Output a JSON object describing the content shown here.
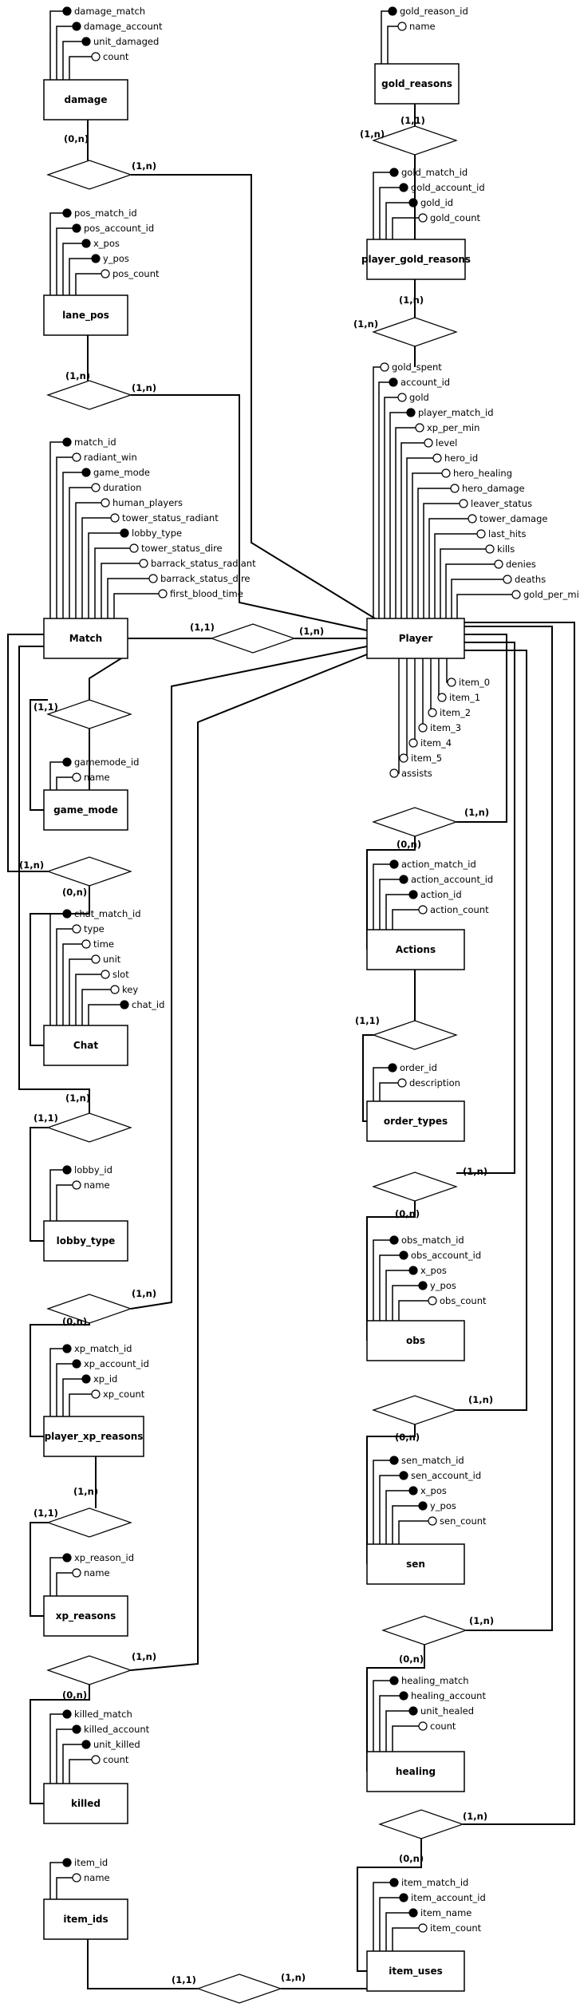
{
  "diagram": {
    "entities": [
      {
        "id": "damage",
        "label": "damage",
        "attrs": [
          {
            "n": "damage_match",
            "pk": true
          },
          {
            "n": "damage_account",
            "pk": true
          },
          {
            "n": "unit_damaged",
            "pk": true
          },
          {
            "n": "count",
            "pk": false
          }
        ]
      },
      {
        "id": "gold_reasons",
        "label": "gold_reasons",
        "attrs": [
          {
            "n": "gold_reason_id",
            "pk": true
          },
          {
            "n": "name",
            "pk": false
          }
        ]
      },
      {
        "id": "player_gold_reasons",
        "label": "player_gold_reasons",
        "attrs": [
          {
            "n": "gold_match_id",
            "pk": true
          },
          {
            "n": "gold_account_id",
            "pk": true
          },
          {
            "n": "gold_id",
            "pk": true
          },
          {
            "n": "gold_count",
            "pk": false
          }
        ]
      },
      {
        "id": "lane_pos",
        "label": "lane_pos",
        "attrs": [
          {
            "n": "pos_match_id",
            "pk": true
          },
          {
            "n": "pos_account_id",
            "pk": true
          },
          {
            "n": "x_pos",
            "pk": true
          },
          {
            "n": "y_pos",
            "pk": true
          },
          {
            "n": "pos_count",
            "pk": false
          }
        ]
      },
      {
        "id": "match",
        "label": "Match",
        "attrs": [
          {
            "n": "match_id",
            "pk": true
          },
          {
            "n": "radiant_win",
            "pk": false
          },
          {
            "n": "game_mode",
            "pk": true
          },
          {
            "n": "duration",
            "pk": false
          },
          {
            "n": "human_players",
            "pk": false
          },
          {
            "n": "tower_status_radiant",
            "pk": false
          },
          {
            "n": "lobby_type",
            "pk": true
          },
          {
            "n": "tower_status_dire",
            "pk": false
          },
          {
            "n": "barrack_status_radiant",
            "pk": false
          },
          {
            "n": "barrack_status_dire",
            "pk": false
          },
          {
            "n": "first_blood_time",
            "pk": false
          }
        ]
      },
      {
        "id": "player",
        "label": "Player",
        "attrs": [
          {
            "n": "gold_spent",
            "pk": false
          },
          {
            "n": "account_id",
            "pk": true
          },
          {
            "n": "gold",
            "pk": false
          },
          {
            "n": "player_match_id",
            "pk": true
          },
          {
            "n": "xp_per_min",
            "pk": false
          },
          {
            "n": "level",
            "pk": false
          },
          {
            "n": "hero_id",
            "pk": false
          },
          {
            "n": "hero_healing",
            "pk": false
          },
          {
            "n": "hero_damage",
            "pk": false
          },
          {
            "n": "leaver_status",
            "pk": false
          },
          {
            "n": "tower_damage",
            "pk": false
          },
          {
            "n": "last_hits",
            "pk": false
          },
          {
            "n": "kills",
            "pk": false
          },
          {
            "n": "denies",
            "pk": false
          },
          {
            "n": "deaths",
            "pk": false
          },
          {
            "n": "gold_per_min",
            "pk": false
          }
        ],
        "attrs_below": [
          {
            "n": "item_0",
            "pk": false
          },
          {
            "n": "item_1",
            "pk": false
          },
          {
            "n": "item_2",
            "pk": false
          },
          {
            "n": "item_3",
            "pk": false
          },
          {
            "n": "item_4",
            "pk": false
          },
          {
            "n": "item_5",
            "pk": false
          },
          {
            "n": "assists",
            "pk": false
          }
        ]
      },
      {
        "id": "game_mode",
        "label": "game_mode",
        "attrs": [
          {
            "n": "gamemode_id",
            "pk": true
          },
          {
            "n": "name",
            "pk": false
          }
        ]
      },
      {
        "id": "actions",
        "label": "Actions",
        "attrs": [
          {
            "n": "action_match_id",
            "pk": true
          },
          {
            "n": "action_account_id",
            "pk": true
          },
          {
            "n": "action_id",
            "pk": true
          },
          {
            "n": "action_count",
            "pk": false
          }
        ]
      },
      {
        "id": "chat",
        "label": "Chat",
        "attrs": [
          {
            "n": "chat_match_id",
            "pk": true
          },
          {
            "n": "type",
            "pk": false
          },
          {
            "n": "time",
            "pk": false
          },
          {
            "n": "unit",
            "pk": false
          },
          {
            "n": "slot",
            "pk": false
          },
          {
            "n": "key",
            "pk": false
          },
          {
            "n": "chat_id",
            "pk": true
          }
        ]
      },
      {
        "id": "order_types",
        "label": "order_types",
        "attrs": [
          {
            "n": "order_id",
            "pk": true
          },
          {
            "n": "description",
            "pk": false
          }
        ]
      },
      {
        "id": "lobby_type",
        "label": "lobby_type",
        "attrs": [
          {
            "n": "lobby_id",
            "pk": true
          },
          {
            "n": "name",
            "pk": false
          }
        ]
      },
      {
        "id": "obs",
        "label": "obs",
        "attrs": [
          {
            "n": "obs_match_id",
            "pk": true
          },
          {
            "n": "obs_account_id",
            "pk": true
          },
          {
            "n": "x_pos",
            "pk": true
          },
          {
            "n": "y_pos",
            "pk": true
          },
          {
            "n": "obs_count",
            "pk": false
          }
        ]
      },
      {
        "id": "player_xp_reasons",
        "label": "player_xp_reasons",
        "attrs": [
          {
            "n": "xp_match_id",
            "pk": true
          },
          {
            "n": "xp_account_id",
            "pk": true
          },
          {
            "n": "xp_id",
            "pk": true
          },
          {
            "n": "xp_count",
            "pk": false
          }
        ]
      },
      {
        "id": "sen",
        "label": "sen",
        "attrs": [
          {
            "n": "sen_match_id",
            "pk": true
          },
          {
            "n": "sen_account_id",
            "pk": true
          },
          {
            "n": "x_pos",
            "pk": true
          },
          {
            "n": "y_pos",
            "pk": true
          },
          {
            "n": "sen_count",
            "pk": false
          }
        ]
      },
      {
        "id": "xp_reasons",
        "label": "xp_reasons",
        "attrs": [
          {
            "n": "xp_reason_id",
            "pk": true
          },
          {
            "n": "name",
            "pk": false
          }
        ]
      },
      {
        "id": "killed",
        "label": "killed",
        "attrs": [
          {
            "n": "killed_match",
            "pk": true
          },
          {
            "n": "killed_account",
            "pk": true
          },
          {
            "n": "unit_killed",
            "pk": true
          },
          {
            "n": "count",
            "pk": false
          }
        ]
      },
      {
        "id": "healing",
        "label": "healing",
        "attrs": [
          {
            "n": "healing_match",
            "pk": true
          },
          {
            "n": "healing_account",
            "pk": true
          },
          {
            "n": "unit_healed",
            "pk": true
          },
          {
            "n": "count",
            "pk": false
          }
        ]
      },
      {
        "id": "item_ids",
        "label": "item_ids",
        "attrs": [
          {
            "n": "item_id",
            "pk": true
          },
          {
            "n": "name",
            "pk": false
          }
        ]
      },
      {
        "id": "item_uses",
        "label": "item_uses",
        "attrs": [
          {
            "n": "item_match_id",
            "pk": true
          },
          {
            "n": "item_account_id",
            "pk": true
          },
          {
            "n": "item_name",
            "pk": true
          },
          {
            "n": "item_count",
            "pk": false
          }
        ]
      }
    ],
    "cardinalities": {
      "damage_player": [
        "(0,n)",
        "(1,n)"
      ],
      "gold_reasons_pgr": [
        "(1,1)",
        "(1,n)"
      ],
      "pgr_player": [
        "(1,n)"
      ],
      "lanepos_player": [
        "(1,n)",
        "(1,n)"
      ],
      "match_player": [
        "(1,1)",
        "(1,n)"
      ],
      "match_gamemode": [
        "(1,1)"
      ],
      "match_chat": [
        "(1,n)",
        "(0,n)"
      ],
      "player_actions": [
        "(1,n)",
        "(0,n)"
      ],
      "actions_ordertypes": [
        "(1,1)"
      ],
      "match_lobby": [
        "(1,n)",
        "(1,1)"
      ],
      "player_obs": [
        "(1,n)",
        "(0,n)"
      ],
      "player_xp": [
        "(1,n)",
        "(0,n)"
      ],
      "xp_reasons": [
        "(1,n)",
        "(1,1)"
      ],
      "player_sen": [
        "(1,n)",
        "(0,n)"
      ],
      "player_healing": [
        "(1,n)",
        "(0,n)"
      ],
      "player_killed": [
        "(1,n)",
        "(0,n)"
      ],
      "player_itemuses": [
        "(1,n)",
        "(0,n)"
      ],
      "itemids_itemuses": [
        "(1,1)",
        "(1,n)"
      ]
    }
  }
}
